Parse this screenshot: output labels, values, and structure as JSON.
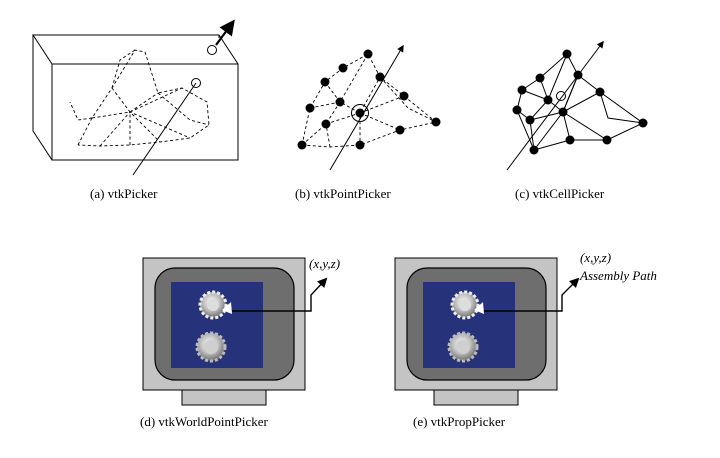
{
  "captions": {
    "a": "(a) vtkPicker",
    "b": "(b) vtkPointPicker",
    "c": "(c) vtkCellPicker",
    "d": "(d) vtkWorldPointPicker",
    "e": "(e) vtkPropPicker"
  },
  "annotations": {
    "d_coord": "(x,y,z)",
    "e_coord": "(x,y,z)",
    "e_path": "Assembly Path"
  },
  "colors": {
    "monitor_bezel": "#c4c4c4",
    "monitor_inner": "#6e6e6e",
    "screen": "#26337a",
    "node": "#000000"
  }
}
